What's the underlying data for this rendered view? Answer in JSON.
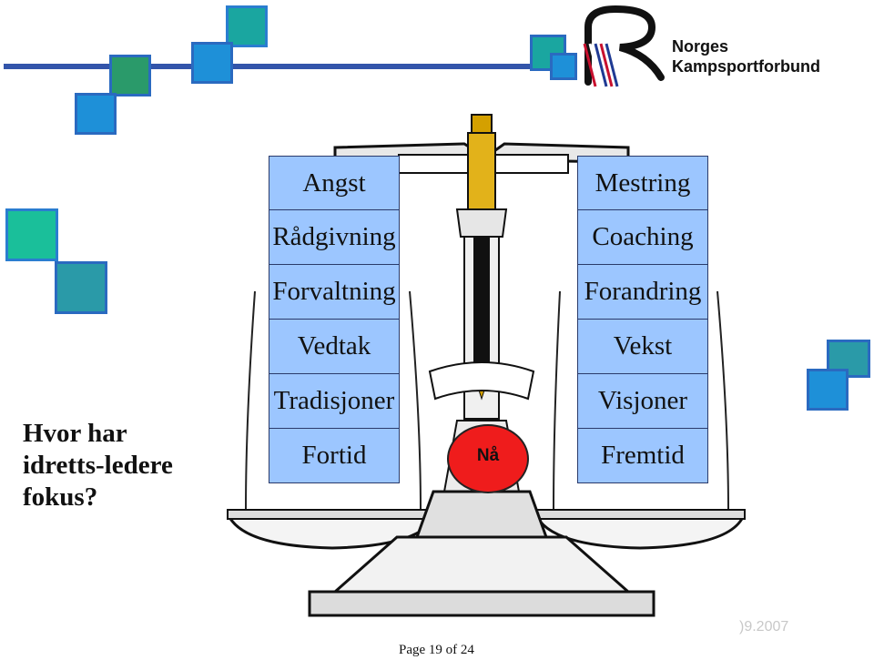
{
  "logo": {
    "line1": "Norges",
    "line2": "Kampsportforbund"
  },
  "question": {
    "line1": "Hvor har",
    "line2": "idretts-ledere",
    "line3": "fokus?"
  },
  "left_pan": [
    "Angst",
    "Rådgivning",
    "Forvaltning",
    "Vedtak",
    "Tradisjoner",
    "Fortid"
  ],
  "right_pan": [
    "Mestring",
    "Coaching",
    "Forandring",
    "Vekst",
    "Visjoner",
    "Fremtid"
  ],
  "center_label": "Nå",
  "footer": {
    "page": "Page 19 of 24",
    "date_fragment": ")9.2007"
  },
  "colors": {
    "box_fill": "#9cc6ff",
    "square_teal": "#2a9d9a",
    "square_blue": "#1e90d8",
    "badge_red": "#ef1c1c",
    "rule_blue": "#3355aa"
  }
}
